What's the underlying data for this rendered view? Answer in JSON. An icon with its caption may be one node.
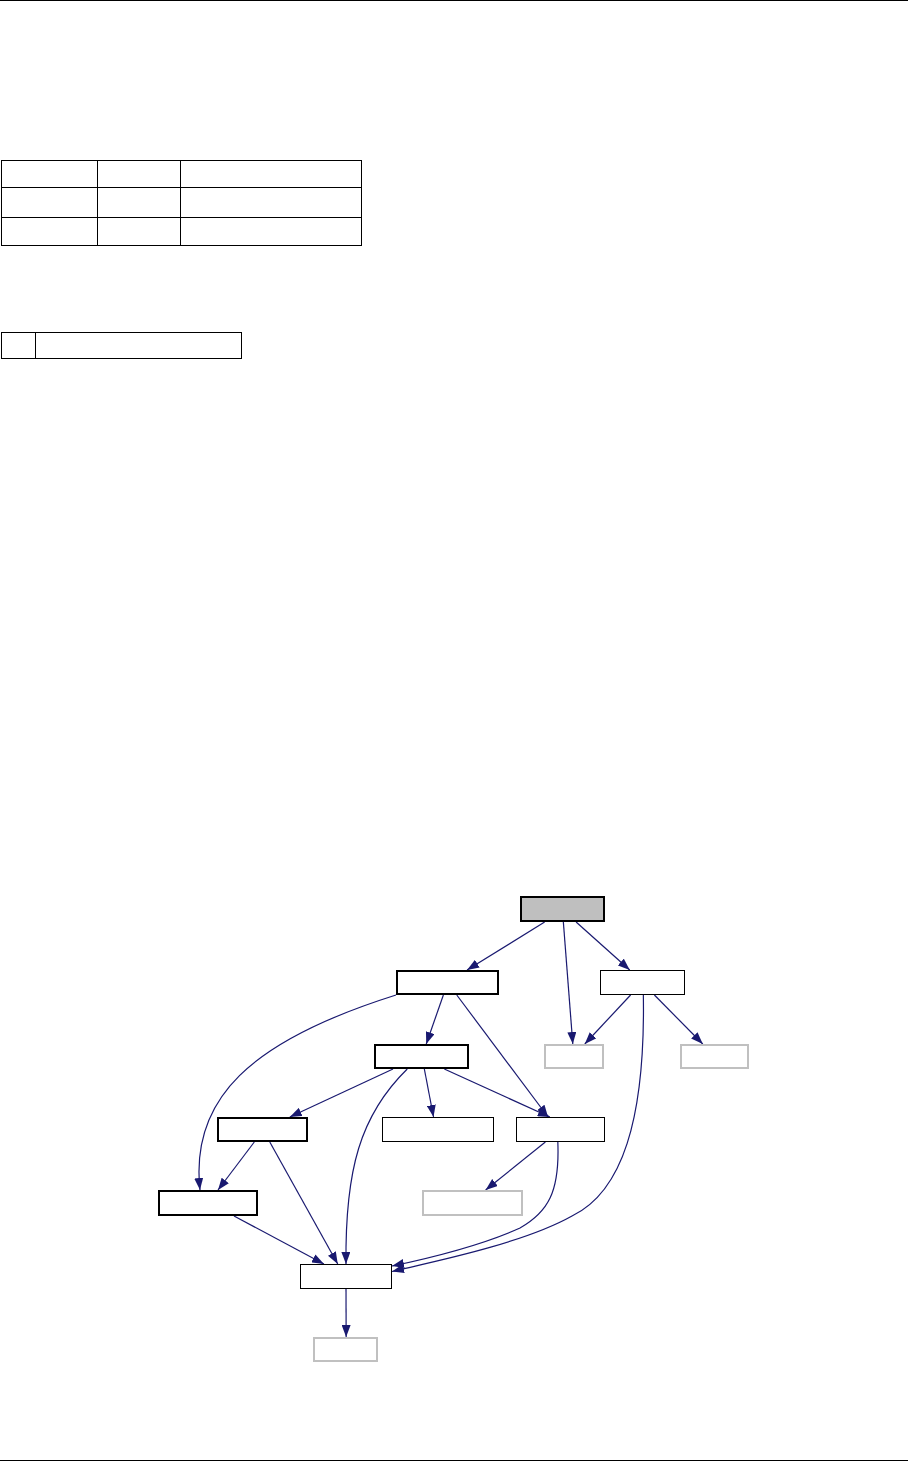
{
  "diagram": {
    "nodes": [
      {
        "text": [],
        "shape": "box"
      },
      {
        "text": [],
        "shape": "box"
      },
      {
        "text": [],
        "shape": "box"
      },
      {
        "text": [],
        "shape": "box"
      },
      {
        "text": [],
        "shape": "box"
      },
      {
        "text": [],
        "shape": "box"
      },
      {
        "text": [],
        "shape": "box"
      },
      {
        "text": [],
        "shape": "box"
      },
      {
        "text": [],
        "shape": "box"
      },
      {
        "text": [],
        "shape": "box"
      },
      {
        "text": [],
        "shape": "box"
      },
      {
        "text": [],
        "shape": "box"
      },
      {
        "text": [],
        "shape": "box"
      }
    ],
    "edges": [
      {
        "from": 0,
        "to": 1,
        "arrow": "to"
      },
      {
        "from": 0,
        "to": 4,
        "arrow": "to"
      },
      {
        "from": 0,
        "to": 2,
        "arrow": "to"
      },
      {
        "from": 1,
        "to": 3,
        "arrow": "to"
      },
      {
        "from": 1,
        "to": 9,
        "arrow": "to"
      },
      {
        "from": 1,
        "to": 8,
        "arrow": "to"
      },
      {
        "from": 2,
        "to": 4,
        "arrow": "to"
      },
      {
        "from": 2,
        "to": 5,
        "arrow": "to"
      },
      {
        "from": 2,
        "to": 11,
        "arrow": "to"
      },
      {
        "from": 3,
        "to": 6,
        "arrow": "to"
      },
      {
        "from": 3,
        "to": 11,
        "arrow": "to"
      },
      {
        "from": 3,
        "to": 7,
        "arrow": "to"
      },
      {
        "from": 3,
        "to": 8,
        "arrow": "to"
      },
      {
        "from": 6,
        "to": 9,
        "arrow": "to"
      },
      {
        "from": 6,
        "to": 11,
        "arrow": "to"
      },
      {
        "from": 8,
        "to": 10,
        "arrow": "to"
      },
      {
        "from": 8,
        "to": 11,
        "arrow": "to"
      },
      {
        "from": 9,
        "to": 11,
        "arrow": "to"
      },
      {
        "from": 11,
        "to": 12,
        "arrow": "to"
      }
    ]
  }
}
